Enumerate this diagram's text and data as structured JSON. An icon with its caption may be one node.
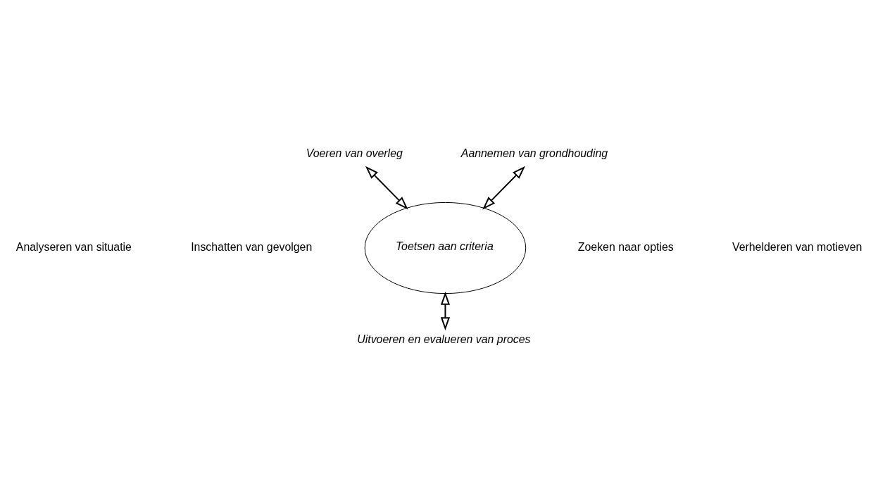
{
  "diagram": {
    "nodes": [
      {
        "text": [
          "Voeren van overleg"
        ]
      },
      {
        "text": [
          "Aannemen van grondhouding"
        ]
      },
      {
        "text": [
          "Toetsen aan criteria"
        ]
      },
      {
        "text": [
          "Uitvoeren en evalueren van proces"
        ]
      }
    ],
    "edges": [
      {
        "from": 0,
        "to": 2,
        "arrow": "both"
      },
      {
        "from": 1,
        "to": 2,
        "arrow": "both"
      },
      {
        "from": 2,
        "to": 3,
        "arrow": "both"
      }
    ],
    "labels": [
      "Analyseren van situatie",
      "Zoeken naar opties",
      "Inschatten van gevolgen",
      "Verhelderen van motieven"
    ]
  }
}
